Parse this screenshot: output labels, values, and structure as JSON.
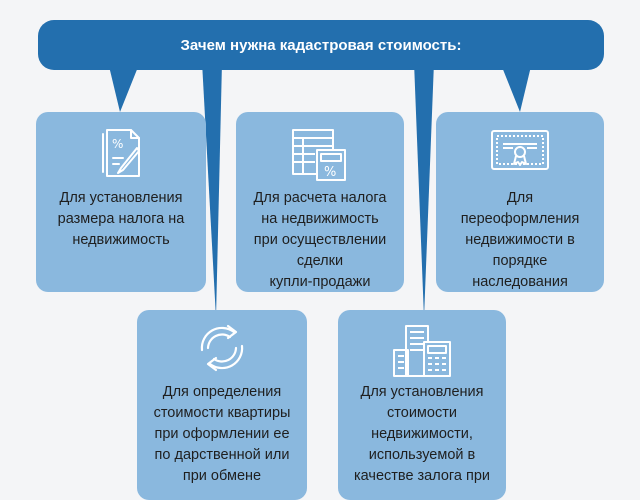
{
  "banner": {
    "title": "Зачем нужна кадастровая стоимость:"
  },
  "colors": {
    "banner": "#236fae",
    "card": "#8ab8de",
    "icon_stroke": "#ffffff",
    "background": "#f4f5f7"
  },
  "cards": [
    {
      "icon": "tax-document-pen-icon",
      "text": "Для установления\nразмера налога на\nнедвижимость"
    },
    {
      "icon": "calculator-spreadsheet-icon",
      "text": "Для расчета налога\nна недвижимость\nпри осуществлении\nсделки\nкупли-продажи"
    },
    {
      "icon": "certificate-icon",
      "text": "Для\nпереоформления\nнедвижимости в\nпорядке\nнаследования"
    },
    {
      "icon": "exchange-arrows-icon",
      "text": "Для определения\nстоимости квартиры\nпри оформлении ее\nпо дарственной или\nпри обмене"
    },
    {
      "icon": "buildings-calculator-icon",
      "text": "Для установления\nстоимости\nнедвижимости,\nиспользуемой в\nкачестве залога при"
    }
  ]
}
